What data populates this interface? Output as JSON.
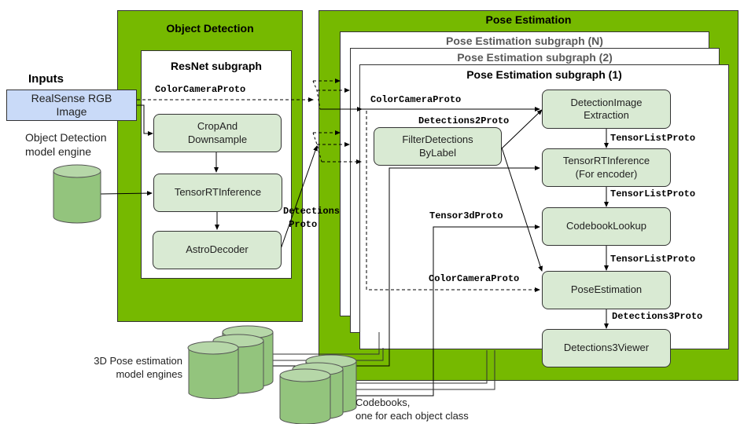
{
  "inputs": {
    "heading": "Inputs",
    "rgb_image": "RealSense RGB\nImage",
    "od_engine_label": "Object Detection\nmodel engine"
  },
  "object_detection": {
    "title": "Object Detection",
    "subgraph_title": "ResNet subgraph",
    "color_camera_label": "ColorCameraProto",
    "nodes": {
      "crop": "CropAnd\nDownsample",
      "tensorrt": "TensorRTInference",
      "astro": "AstroDecoder"
    },
    "detections_label": "Detections\n Proto"
  },
  "pose_estimation": {
    "title": "Pose Estimation",
    "subgraph_n": "Pose Estimation subgraph (N)",
    "subgraph_2": "Pose Estimation subgraph (2)",
    "subgraph_1": "Pose Estimation subgraph (1)",
    "edge_labels": {
      "color_camera_1": "ColorCameraProto",
      "detections2": "Detections2Proto",
      "tensorlist_1": "TensorListProto",
      "tensorlist_2": "TensorListProto",
      "tensorlist_3": "TensorListProto",
      "tensor3d": "Tensor3dProto",
      "color_camera_2": "ColorCameraProto",
      "detections3": "Detections3Proto"
    },
    "nodes": {
      "filter": "FilterDetections\nByLabel",
      "extraction": "DetectionImage\nExtraction",
      "tensorrt_encoder": "TensorRTInference\n(For encoder)",
      "codebook": "CodebookLookup",
      "pose": "PoseEstimation",
      "viewer": "Detections3Viewer"
    }
  },
  "bottom": {
    "pose_engines_label": "3D Pose estimation\nmodel engines",
    "codebooks_label": "Codebooks,\none for each object class"
  },
  "colors": {
    "green": "#76b900",
    "node_fill": "#d9ead3",
    "input_fill": "#c9daf8",
    "cylinder_fill": "#93c47d",
    "cylinder_top": "#b6d7a8"
  }
}
